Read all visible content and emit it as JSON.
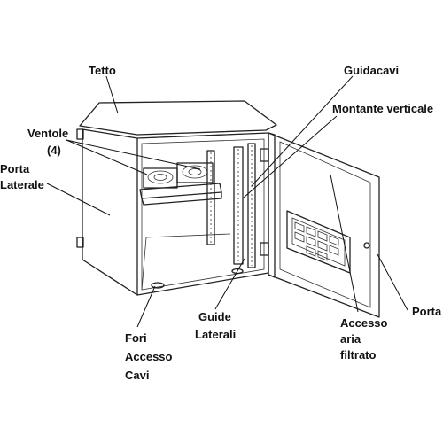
{
  "labels": {
    "tetto": "Tetto",
    "guidacavi": "Guidacavi",
    "montante": "Montante verticale",
    "ventole_1": "Ventole",
    "ventole_2": "(4)",
    "porta_lat_1": "Porta",
    "porta_lat_2": "Laterale",
    "porta": "Porta",
    "guide_1": "Guide",
    "guide_2": "Laterali",
    "fori_1": "Fori",
    "fori_2": "Accesso",
    "fori_3": "Cavi",
    "accesso_1": "Accesso",
    "accesso_2": "aria",
    "accesso_3": "filtrato"
  },
  "colors": {
    "line": "#111111",
    "cabinet_outline": "#222222",
    "door_shading": "#e8e8e8",
    "filter_panel": "#f0f0f0"
  }
}
